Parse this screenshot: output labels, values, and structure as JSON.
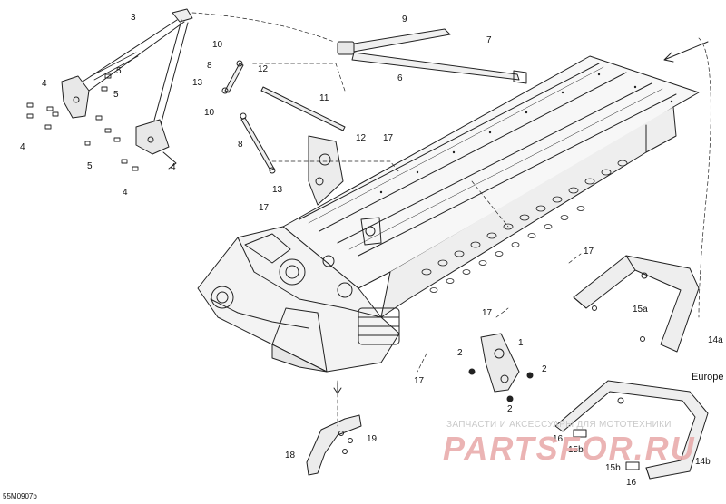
{
  "diagram": {
    "drawing_code": "55M0907b",
    "region_label": "Europe",
    "watermark_line": "ЗАПЧАСТИ И АКСЕССУАРЫ ДЛЯ МОТОТЕХНИКИ",
    "watermark_logo": "PARTSFOR.RU",
    "callouts": [
      {
        "id": "c1",
        "label": "1"
      },
      {
        "id": "c2a",
        "label": "2"
      },
      {
        "id": "c2b",
        "label": "2"
      },
      {
        "id": "c2c",
        "label": "2"
      },
      {
        "id": "c3",
        "label": "3"
      },
      {
        "id": "c4a",
        "label": "4"
      },
      {
        "id": "c4b",
        "label": "4"
      },
      {
        "id": "c4c",
        "label": "4"
      },
      {
        "id": "c4d",
        "label": "4"
      },
      {
        "id": "c5a",
        "label": "5"
      },
      {
        "id": "c5b",
        "label": "5"
      },
      {
        "id": "c5c",
        "label": "5"
      },
      {
        "id": "c6",
        "label": "6"
      },
      {
        "id": "c7",
        "label": "7"
      },
      {
        "id": "c8a",
        "label": "8"
      },
      {
        "id": "c8b",
        "label": "8"
      },
      {
        "id": "c9",
        "label": "9"
      },
      {
        "id": "c10a",
        "label": "10"
      },
      {
        "id": "c10b",
        "label": "10"
      },
      {
        "id": "c11",
        "label": "11"
      },
      {
        "id": "c12a",
        "label": "12"
      },
      {
        "id": "c12b",
        "label": "12"
      },
      {
        "id": "c13a",
        "label": "13"
      },
      {
        "id": "c13b",
        "label": "13"
      },
      {
        "id": "c14a",
        "label": "14a"
      },
      {
        "id": "c14b",
        "label": "14b"
      },
      {
        "id": "c15a",
        "label": "15a"
      },
      {
        "id": "c15b",
        "label": "15b"
      },
      {
        "id": "c15b2",
        "label": "15b"
      },
      {
        "id": "c16a",
        "label": "16"
      },
      {
        "id": "c16b",
        "label": "16"
      },
      {
        "id": "c17a",
        "label": "17"
      },
      {
        "id": "c17b",
        "label": "17"
      },
      {
        "id": "c17c",
        "label": "17"
      },
      {
        "id": "c17d",
        "label": "17"
      },
      {
        "id": "c17e",
        "label": "17"
      },
      {
        "id": "c18",
        "label": "18"
      },
      {
        "id": "c19",
        "label": "19"
      }
    ]
  }
}
